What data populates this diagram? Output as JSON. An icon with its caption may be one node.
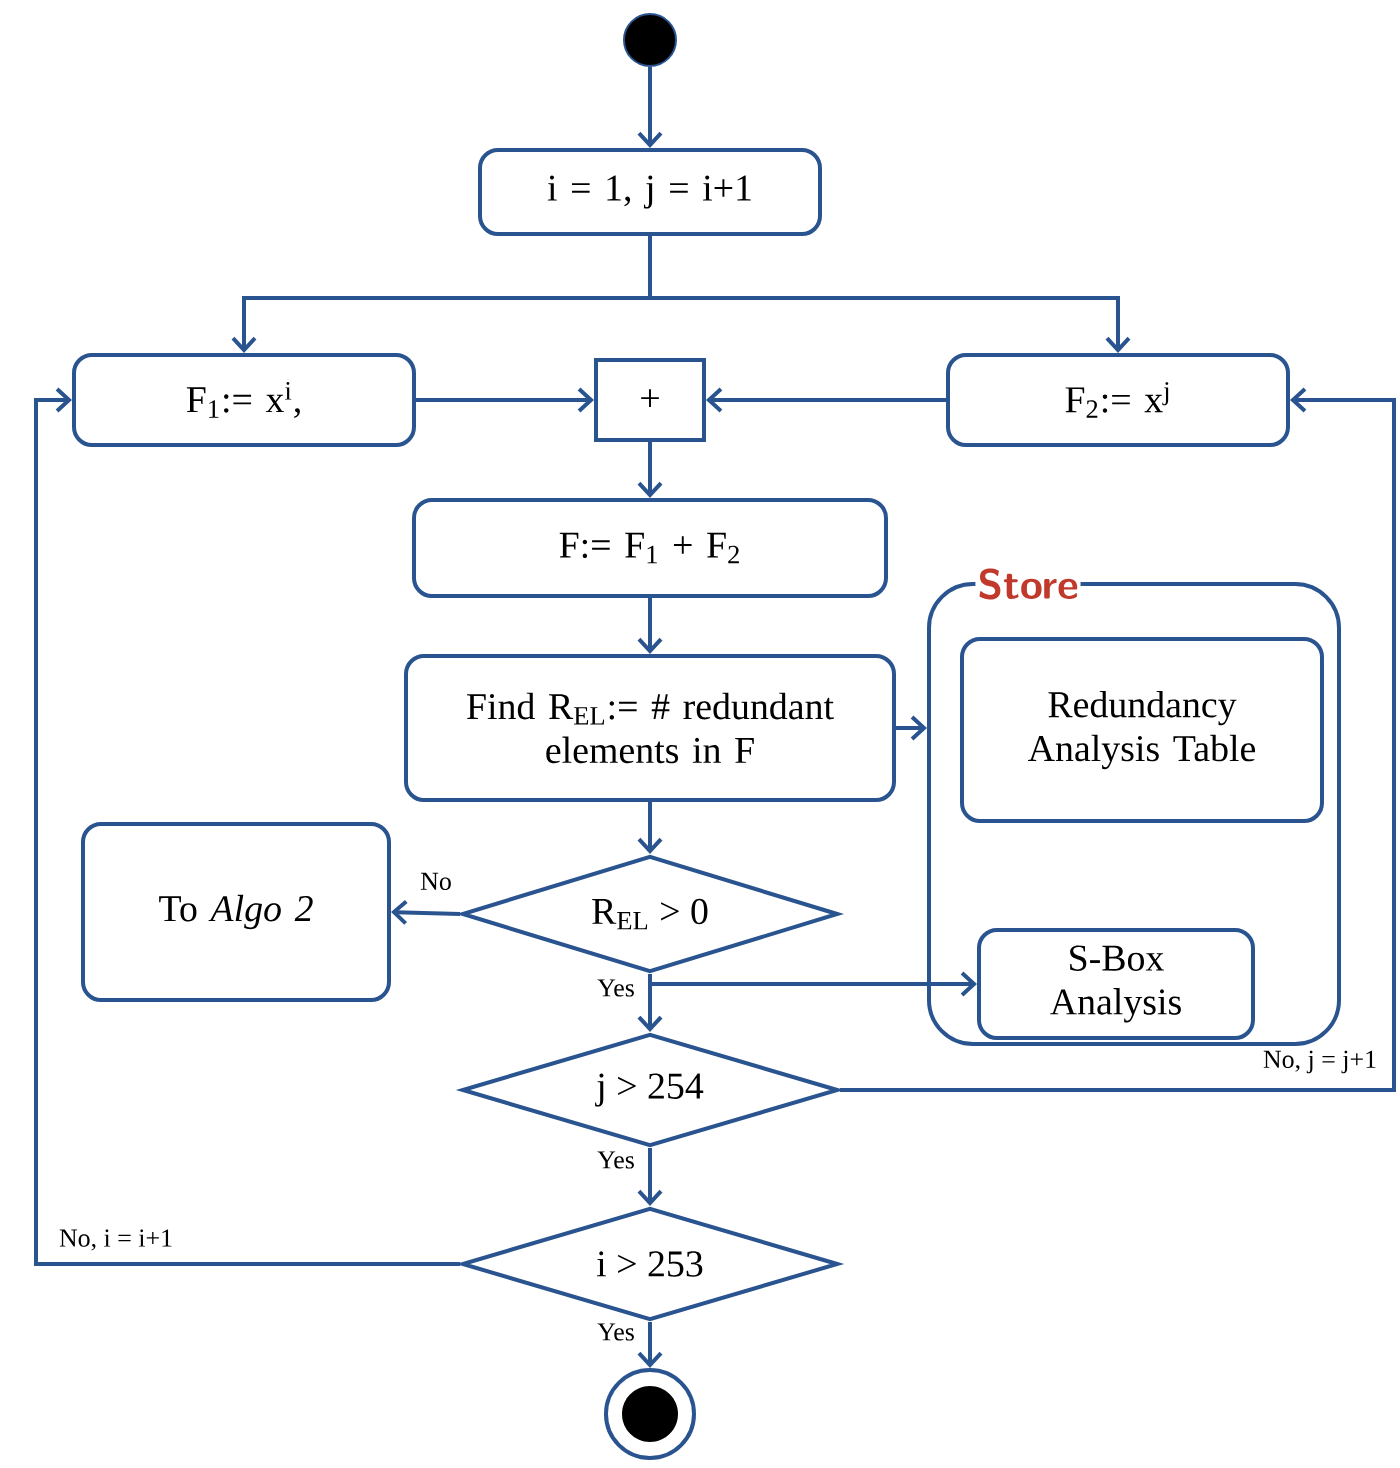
{
  "diagram": {
    "nodes": [
      {
        "text": [],
        "shape": "circle"
      },
      {
        "text": [
          "i = 1, j = i+1"
        ]
      },
      {
        "text": [
          "F$_{1}$:= x$^{i}$,"
        ]
      },
      {
        "text": [
          "+"
        ]
      },
      {
        "text": [
          "F$_{2}$:= x$^{j}$"
        ]
      },
      {
        "text": [
          "F:= F$_{1}$ + F$_{2}$"
        ]
      },
      {
        "text": [
          "Find R$_{EL}$:= # redundant elements in F"
        ]
      },
      {
        "text": [
          "Store"
        ]
      },
      {
        "text": [
          "Redundancy Analysis Table"
        ],
        "in": 7
      },
      {
        "text": [
          "To *Algo 2*"
        ]
      },
      {
        "text": [
          "R$_{EL}$ > 0"
        ]
      },
      {
        "text": [
          "S-Box Analysis"
        ],
        "in": 7
      },
      {
        "text": [
          "j > 254"
        ]
      },
      {
        "text": [
          "i > 253"
        ]
      },
      {
        "text": [],
        "shape": "circle"
      }
    ],
    "edges": [
      {
        "from": 0,
        "to": 1,
        "arrow": "to"
      },
      {
        "from": 1,
        "to": 2,
        "arrow": "to"
      },
      {
        "from": 1,
        "to": 4,
        "arrow": "to"
      },
      {
        "from": 2,
        "to": 3,
        "arrow": "to"
      },
      {
        "from": 4,
        "to": 3,
        "arrow": "to"
      },
      {
        "from": 3,
        "to": 5,
        "arrow": "to"
      },
      {
        "from": 5,
        "to": 6,
        "arrow": "to"
      },
      {
        "from": 6,
        "to": 7,
        "arrow": "to"
      },
      {
        "from": 6,
        "to": 10,
        "arrow": "to"
      },
      {
        "from": 10,
        "to": 9,
        "arrow": "to",
        "label": "No"
      },
      {
        "from": 10,
        "to": 12,
        "arrow": "to",
        "label": "Yes"
      },
      {
        "from": 10,
        "to": 11,
        "arrow": "to"
      },
      {
        "from": 12,
        "to": 4,
        "arrow": "to",
        "label": "No, j = j+1"
      },
      {
        "from": 12,
        "to": 13,
        "arrow": "to",
        "label": "Yes"
      },
      {
        "from": 13,
        "to": 2,
        "arrow": "to",
        "label": "No, i = i+1"
      },
      {
        "from": 13,
        "to": 14,
        "arrow": "to",
        "label": "Yes"
      }
    ]
  }
}
